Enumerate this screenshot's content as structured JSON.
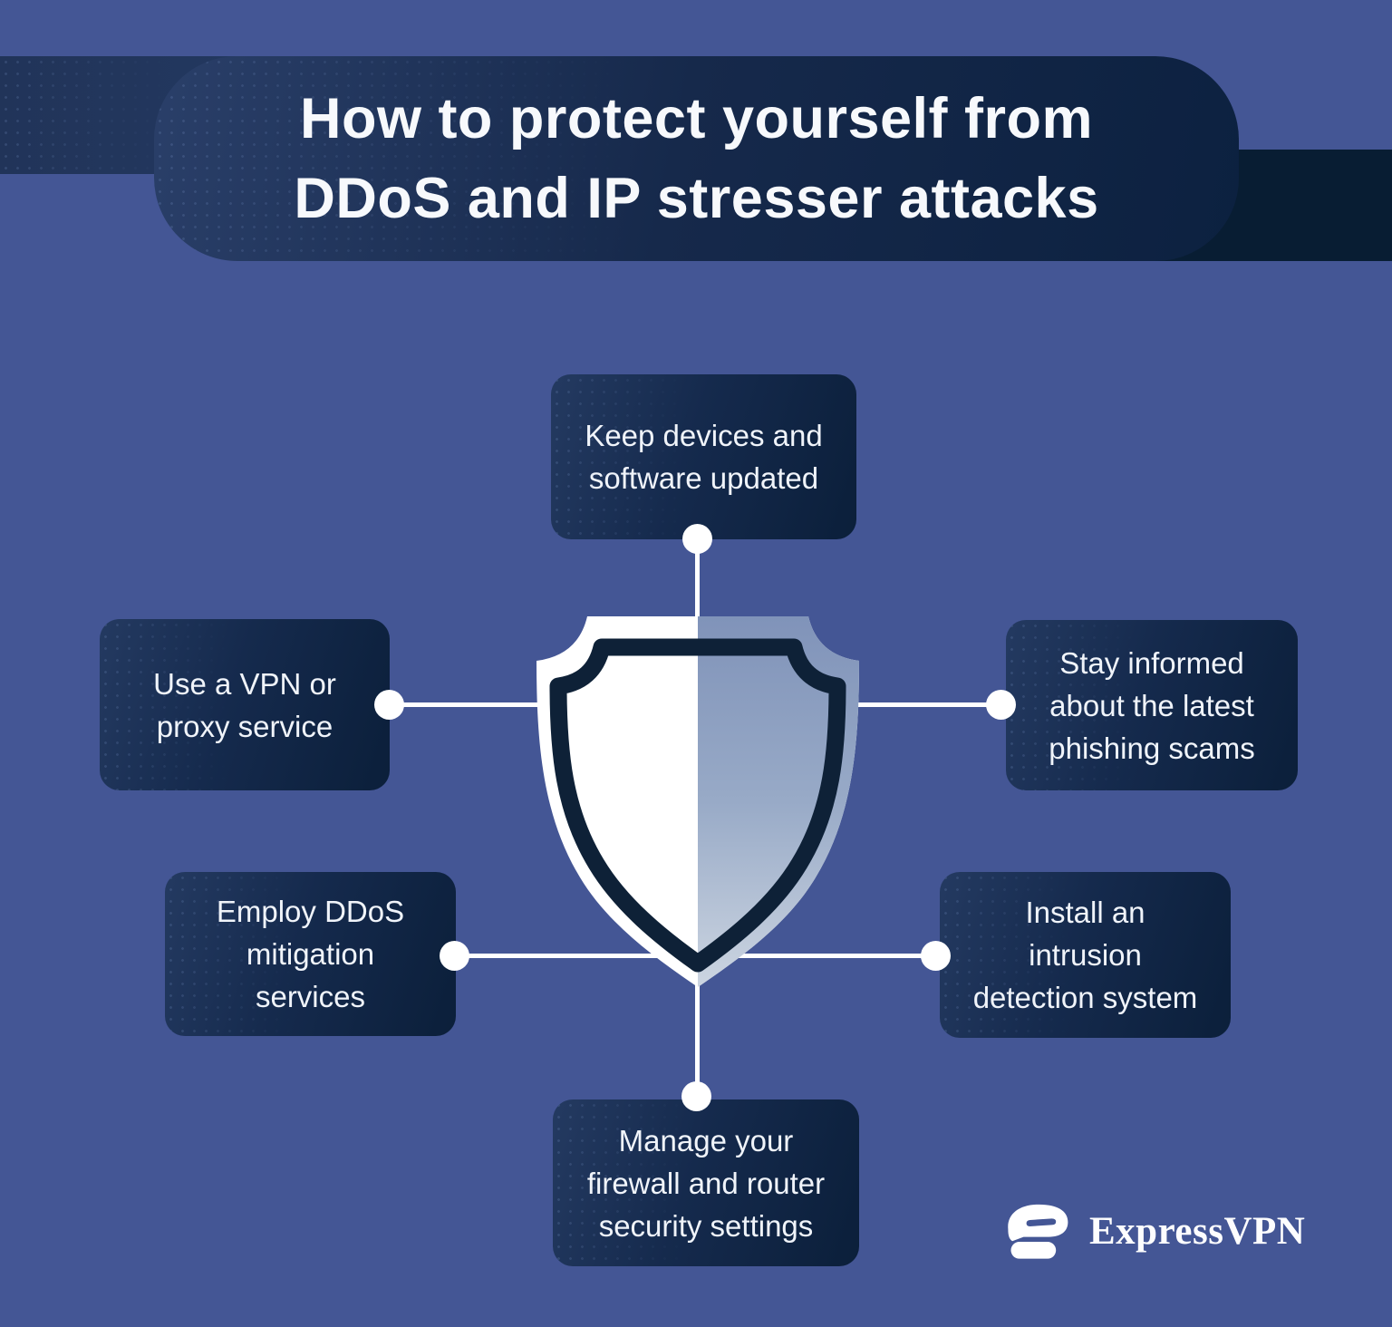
{
  "header": {
    "title": "How to protect yourself from\nDDoS and IP stresser attacks"
  },
  "cards": [
    {
      "id": "keep-devices-updated",
      "label": "Keep devices and\nsoftware updated"
    },
    {
      "id": "use-vpn-or-proxy",
      "label": "Use a VPN or\nproxy service"
    },
    {
      "id": "stay-informed-phishing",
      "label": "Stay informed\nabout the latest\nphishing scams"
    },
    {
      "id": "employ-ddos-mitigation",
      "label": "Employ DDoS\nmitigation\nservices"
    },
    {
      "id": "install-intrusion-detection",
      "label": "Install an\nintrusion\ndetection system"
    },
    {
      "id": "manage-firewall-router",
      "label": "Manage your\nfirewall and router\nsecurity settings"
    }
  ],
  "center": {
    "icon": "shield-icon"
  },
  "branding": {
    "wordmark": "ExpressVPN",
    "logomark": "expressvpn-logo-icon"
  },
  "colors": {
    "background": "#445695",
    "banner_gradient_start": "#2A3F69",
    "banner_gradient_end": "#0C2140",
    "banner_dark_band": "#081D33",
    "card_gradient_start": "#243A61",
    "card_gradient_end": "#0B1F3A",
    "shield_outline_navy": "#0E2137",
    "shield_right_gradient_top": "#8093B9",
    "shield_right_gradient_bottom": "#CCD5E1",
    "connector_white": "#FFFFFF",
    "text_white": "#F0F4FA"
  }
}
